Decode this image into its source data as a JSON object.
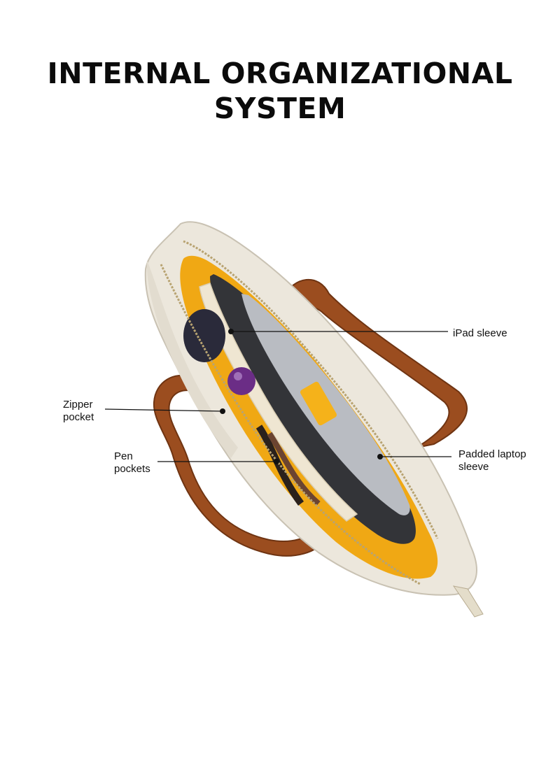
{
  "title": {
    "line1": "INTERNAL ORGANIZATIONAL",
    "line2": "SYSTEM"
  },
  "callouts": {
    "ipad": {
      "line1": "iPad sleeve"
    },
    "zipper": {
      "line1": "Zipper",
      "line2": "pocket"
    },
    "pen": {
      "line1": "Pen",
      "line2": "pockets"
    },
    "laptop": {
      "line1": "Padded laptop",
      "line2": "sleeve"
    }
  },
  "colors": {
    "bag_body": "#ece7dc",
    "lining": "#f0a814",
    "handle": "#9b4d1f",
    "sleeve_dark": "#333438",
    "accent_purple": "#6b2d86"
  }
}
